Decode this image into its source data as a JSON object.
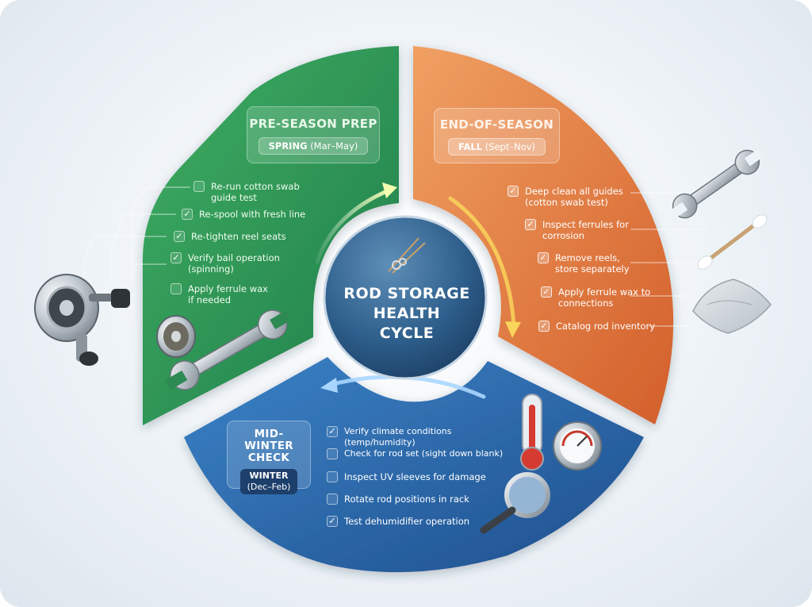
{
  "center": {
    "title_lines": [
      "ROD STORAGE",
      "HEALTH",
      "CYCLE"
    ],
    "icon": "fishing-rod-icon"
  },
  "segments": {
    "spring": {
      "title": "PRE-SEASON PREP",
      "pill_bold": "SPRING",
      "pill_rest": "(Mar–May)",
      "color": "#2f9a58",
      "items": [
        {
          "lines": [
            "Re-run cotton swab",
            "guide test"
          ],
          "checked": false
        },
        {
          "lines": [
            "Re-spool with fresh line"
          ],
          "checked": true
        },
        {
          "lines": [
            "Re-tighten reel seats"
          ],
          "checked": true
        },
        {
          "lines": [
            "Verify bail operation",
            "(spinning)"
          ],
          "checked": true
        },
        {
          "lines": [
            "Apply ferrule wax",
            "if needed"
          ],
          "checked": false
        }
      ],
      "icons": [
        "baitcaster-reel-icon",
        "line-spool-icon",
        "wrench-icon"
      ]
    },
    "fall": {
      "title": "END-OF-SEASON",
      "pill_bold": "FALL",
      "pill_rest": "(Sept–Nov)",
      "color": "#e07a3e",
      "items": [
        {
          "lines": [
            "Deep clean all guides",
            "(cotton swab test)"
          ],
          "checked": true
        },
        {
          "lines": [
            "Inspect ferrules for",
            "corrosion"
          ],
          "checked": true
        },
        {
          "lines": [
            "Remove reels,",
            "store separately"
          ],
          "checked": true
        },
        {
          "lines": [
            "Apply ferrule wax to",
            "connections"
          ],
          "checked": true
        },
        {
          "lines": [
            "Catalog rod inventory"
          ],
          "checked": true
        }
      ],
      "icons": [
        "wrench-icon",
        "cotton-swab-icon",
        "cloth-icon"
      ]
    },
    "winter": {
      "title_lines": [
        "MID-WINTER",
        "CHECK"
      ],
      "pill_lines": [
        "WINTER",
        "(Dec–Feb)"
      ],
      "color": "#2f6fb3",
      "items": [
        {
          "lines": [
            "Verify climate conditions (temp/humidity)"
          ],
          "checked": true
        },
        {
          "lines": [
            "Check for rod set (sight down blank)"
          ],
          "checked": false
        },
        {
          "lines": [
            "Inspect UV sleeves for damage"
          ],
          "checked": false
        },
        {
          "lines": [
            "Rotate rod positions in rack"
          ],
          "checked": false
        },
        {
          "lines": [
            "Test dehumidifier operation"
          ],
          "checked": true
        }
      ],
      "icons": [
        "thermometer-icon",
        "hygrometer-gauge-icon",
        "magnifying-glass-icon"
      ]
    }
  },
  "check_glyph": "✓"
}
